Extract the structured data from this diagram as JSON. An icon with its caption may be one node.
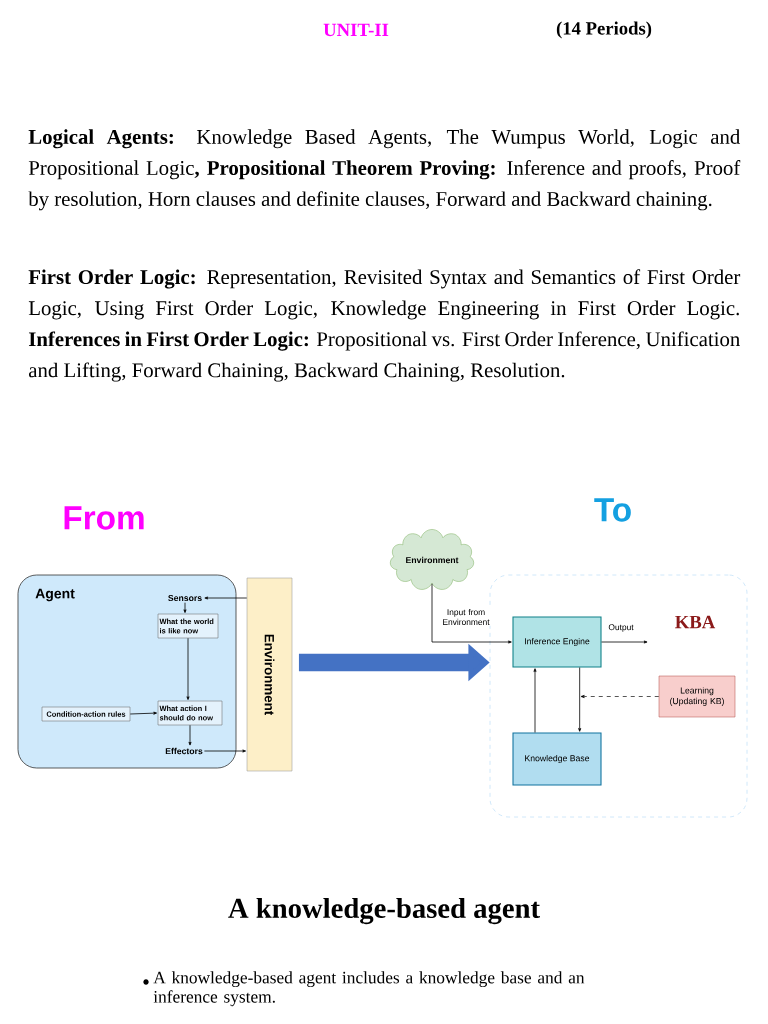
{
  "diagram": {
    "nodes": [
      {
        "text": [
          "Agent"
        ]
      },
      {
        "text": [
          "Sensors"
        ],
        "in": 0
      },
      {
        "text": [
          "What the world is like now"
        ],
        "in": 0
      },
      {
        "text": [
          "What action I should do now"
        ],
        "in": 0
      },
      {
        "text": [
          "Condition-action rules"
        ],
        "in": 0
      },
      {
        "text": [
          "Effectors"
        ],
        "in": 0
      },
      {
        "text": [
          "Environment"
        ]
      },
      {
        "text": [
          "Environment"
        ]
      },
      {
        "text": [
          "KBA"
        ]
      },
      {
        "text": [
          "Inference Engine"
        ],
        "in": 8
      },
      {
        "text": [
          "Learning (Updating KB)"
        ],
        "in": 8
      },
      {
        "text": [
          "Knowledge Base"
        ],
        "in": 8
      }
    ],
    "edges": [
      {
        "from": 6,
        "to": 1,
        "arrow": "to"
      },
      {
        "from": 1,
        "to": 2,
        "arrow": "to"
      },
      {
        "from": 2,
        "to": 3,
        "arrow": "to"
      },
      {
        "from": 4,
        "to": 3,
        "arrow": "to"
      },
      {
        "from": 3,
        "to": 5,
        "arrow": "to"
      },
      {
        "from": 5,
        "to": 6,
        "arrow": "to"
      },
      {
        "from": 6,
        "to": 8,
        "arrow": "to",
        "style": "thick",
        "color": "#4472c4"
      },
      {
        "from": 7,
        "to": 9,
        "arrow": "to",
        "label": "Input from Environment"
      },
      {
        "from": 9,
        "to": null,
        "arrow": "to",
        "label": "Output"
      },
      {
        "from": 9,
        "to": 11,
        "arrow": "to"
      },
      {
        "from": 11,
        "to": 9,
        "arrow": "to"
      },
      {
        "from": 10,
        "to": null,
        "arrow": "to",
        "style": "dashed"
      }
    ],
    "labels": [
      "UNIT-II",
      "(14 Periods)",
      "**Logical Agents:** Knowledge Based Agents, The Wumpus World, Logic and Propositional Logic**, Propositional Theorem Proving:** Inference and proofs, Proof by resolution, Horn clauses and definite clauses, Forward and Backward chaining.",
      "**First Order Logic:** Representation, Revisited Syntax and Semantics of First Order Logic, Using First Order Logic, Knowledge Engineering in First Order Logic. **Inferences in First Order Logic:** Propositional vs. First Order Inference, Unification and Lifting, Forward Chaining, Backward Chaining, Resolution.",
      "From",
      "To",
      "A knowledge-based agent",
      "A knowledge-based agent includes a knowledge base and an inference system."
    ]
  }
}
